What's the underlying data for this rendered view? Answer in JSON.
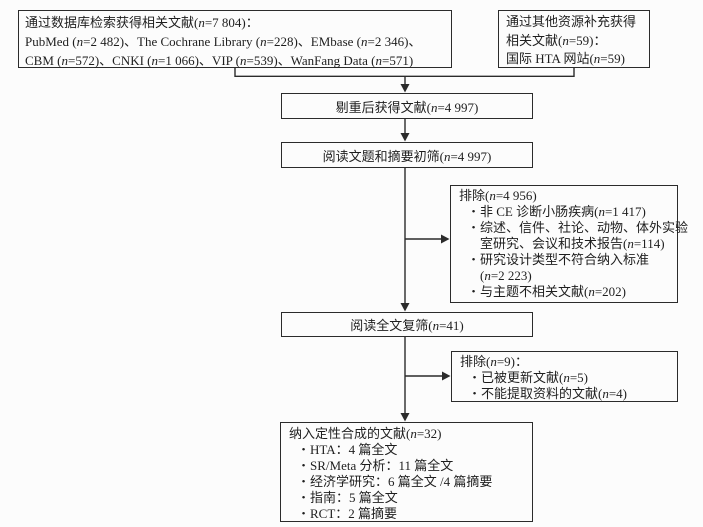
{
  "bullet_char": "•",
  "colors": {
    "ink": "#1e1e1e",
    "border": "#2b2b2b",
    "background": "#fcfcfc"
  },
  "boxes": {
    "database_search": {
      "text": "通过数据库检索获得相关文献(n=7 804)：\nPubMed (n=2 482)、The Cochrane Library (n=228)、EMbase (n=2 346)、\nCBM (n=572)、CNKI (n=1 066)、VIP (n=539)、WanFang Data (n=571)"
    },
    "other_sources": {
      "text": "通过其他资源补充获得\n相关文献(n=59)：\n国际 HTA 网站(n=59)"
    },
    "dedup": {
      "text": "剔重后获得文献(n=4 997)"
    },
    "title_abstract_screen": {
      "text": "阅读文题和摘要初筛(n=4 997)"
    },
    "exclusion_initial": {
      "header": "排除(n=4 956)",
      "items": [
        "非 CE 诊断小肠疾病(n=1 417)",
        "综述、信件、社论、动物、体外实验\n室研究、会议和技术报告(n=114)",
        "研究设计类型不符合纳入标准\n(n=2 223)",
        "与主题不相关文献(n=202)"
      ]
    },
    "fulltext_screen": {
      "text": "阅读全文复筛(n=41)"
    },
    "exclusion_fulltext": {
      "header": "排除(n=9)：",
      "items": [
        "已被更新文献(n=5)",
        "不能提取资料的文献(n=4)"
      ]
    },
    "included": {
      "header": "纳入定性合成的文献(n=32)",
      "items": [
        "HTA：4 篇全文",
        "SR/Meta 分析：11 篇全文",
        "经济学研究：6 篇全文 /4 篇摘要",
        "指南：5 篇全文",
        "RCT：2 篇摘要"
      ]
    }
  }
}
